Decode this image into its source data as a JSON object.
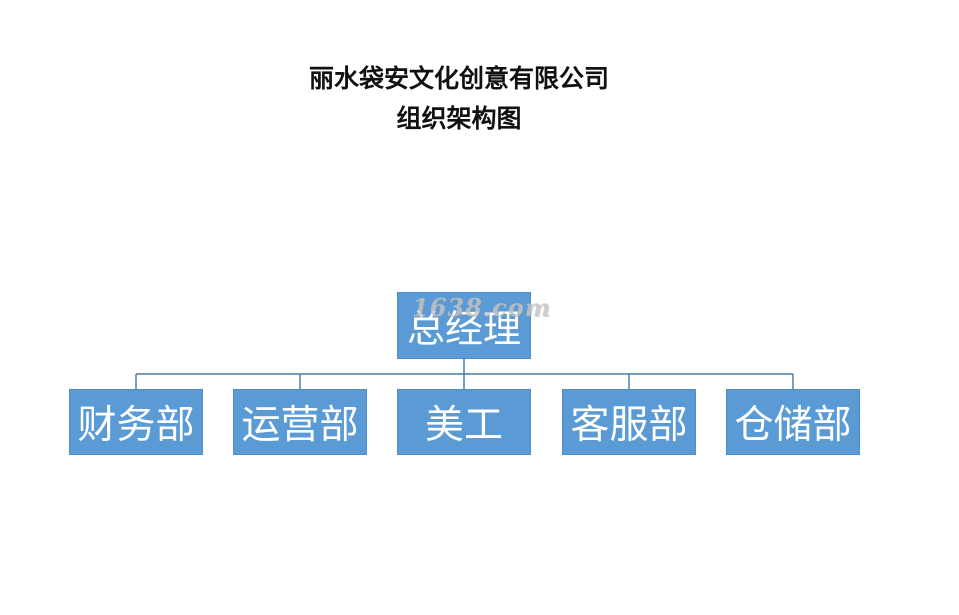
{
  "title": {
    "line1": "丽水袋安文化创意有限公司",
    "line2": "组织架构图"
  },
  "root": {
    "label": "总经理"
  },
  "departments": [
    {
      "label": "财务部"
    },
    {
      "label": "运营部"
    },
    {
      "label": "美工"
    },
    {
      "label": "客服部"
    },
    {
      "label": "仓储部"
    }
  ],
  "watermark": "1638.com",
  "colors": {
    "box_fill": "#5b9bd5",
    "connector": "#4a7eaa",
    "box_text": "#ffffff"
  }
}
